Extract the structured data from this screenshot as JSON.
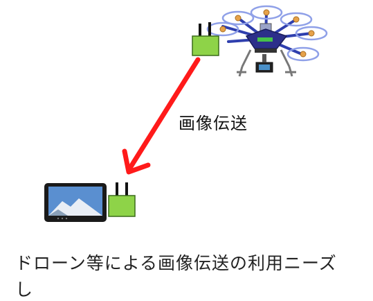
{
  "diagram": {
    "transfer_label": "画像伝送",
    "caption_line1": "ドローン等による画像伝送の利用ニーズ",
    "caption_line2": "し",
    "colors": {
      "arrow": "#ff1a1a",
      "module": "#8ed348",
      "module_border": "#3a6b1a",
      "antenna": "#111111",
      "drone_arm": "#2f3fae",
      "rotor_ring": "#8fa0e8",
      "rotor_hub": "#e6a24a",
      "body": "#2c2f8a",
      "skid": "#777777",
      "screen_bezel": "#1a1a1a",
      "screen_sky": "#5a8fd0"
    },
    "icons": {
      "drone": "drone-icon",
      "transmitter": "transmitter-icon",
      "receiver": "receiver-icon",
      "monitor": "monitor-icon",
      "arrow": "arrow-icon"
    }
  }
}
